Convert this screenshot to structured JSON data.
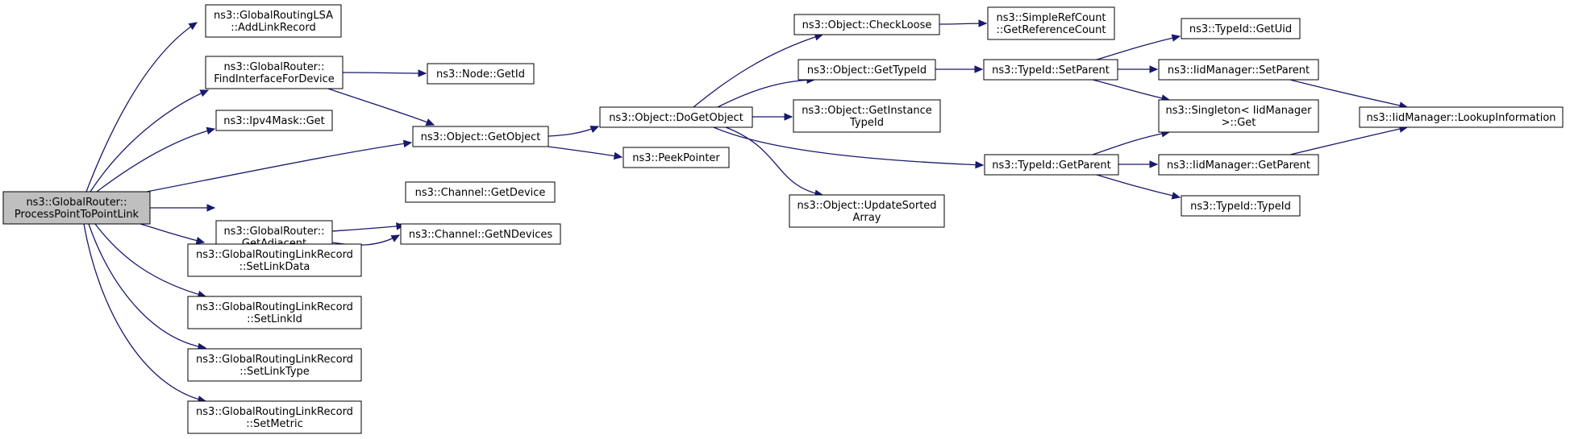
{
  "graph": {
    "colors": {
      "edge": "#191970",
      "root_fill": "#bfbfbf",
      "node_fill": "#ffffff",
      "node_stroke": "#000000"
    },
    "nodes": {
      "process": [
        "ns3::GlobalRouter::",
        "ProcessPointToPointLink"
      ],
      "addlinkrecord": [
        "ns3::GlobalRoutingLSA",
        "::AddLinkRecord"
      ],
      "findinterface": [
        "ns3::GlobalRouter::",
        "FindInterfaceForDevice"
      ],
      "ipv4mask": [
        "ns3::Ipv4Mask::Get"
      ],
      "getadjacent": [
        "ns3::GlobalRouter::",
        "GetAdjacent"
      ],
      "setlinkdata": [
        "ns3::GlobalRoutingLinkRecord",
        "::SetLinkData"
      ],
      "setlinkid": [
        "ns3::GlobalRoutingLinkRecord",
        "::SetLinkId"
      ],
      "setlinktype": [
        "ns3::GlobalRoutingLinkRecord",
        "::SetLinkType"
      ],
      "setmetric": [
        "ns3::GlobalRoutingLinkRecord",
        "::SetMetric"
      ],
      "nodegetid": [
        "ns3::Node::GetId"
      ],
      "getobject": [
        "ns3::Object::GetObject"
      ],
      "getdevice": [
        "ns3::Channel::GetDevice"
      ],
      "getndevices": [
        "ns3::Channel::GetNDevices"
      ],
      "dogetobject": [
        "ns3::Object::DoGetObject"
      ],
      "peekpointer": [
        "ns3::PeekPointer"
      ],
      "checkloose": [
        "ns3::Object::CheckLoose"
      ],
      "gettypeid": [
        "ns3::Object::GetTypeId"
      ],
      "getinstancetypeid": [
        "ns3::Object::GetInstance",
        "TypeId"
      ],
      "updatesorted": [
        "ns3::Object::UpdateSorted",
        "Array"
      ],
      "getreferencecount": [
        "ns3::SimpleRefCount",
        "::GetReferenceCount"
      ],
      "setparent": [
        "ns3::TypeId::SetParent"
      ],
      "getparent": [
        "ns3::TypeId::GetParent"
      ],
      "getuid": [
        "ns3::TypeId::GetUid"
      ],
      "iidsetparent": [
        "ns3::IidManager::SetParent"
      ],
      "singletonget": [
        "ns3::Singleton< IidManager",
        " >::Get"
      ],
      "iidgetparent": [
        "ns3::IidManager::GetParent"
      ],
      "typeidctor": [
        "ns3::TypeId::TypeId"
      ],
      "lookupinfo": [
        "ns3::IidManager::LookupInformation"
      ]
    }
  }
}
